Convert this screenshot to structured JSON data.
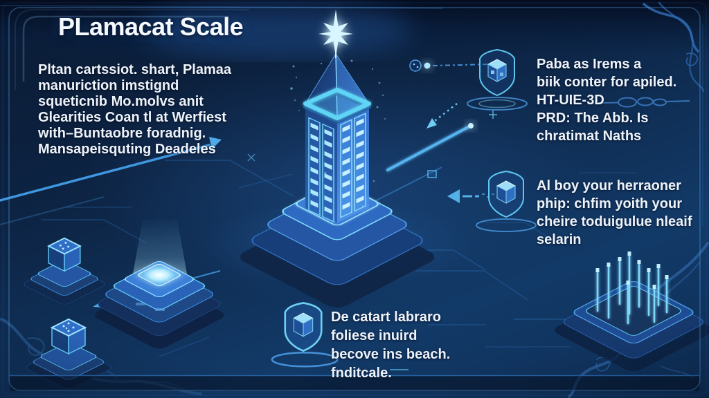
{
  "title": "PLamacat Scale",
  "text_blocks": {
    "left": {
      "lines": [
        "Pltan cartssiot. shart, Plamaa",
        "manuriction imstignd",
        "squeticnib Mo.molvs anit",
        "Glearities Coan tl at Werfiest",
        "with–Buntaobre foradnig.",
        "Mansapeisquting Deadeles"
      ]
    },
    "top_right": {
      "lines": [
        "Paba as Irems a",
        "biik conter for apiled.",
        "HT-UIE-3D",
        "PRD: The Abb. Is",
        "chratimat Naths"
      ]
    },
    "mid_right": {
      "lines": [
        "Al boy your herraoner",
        "phip: chfim yoith your",
        "cheire toduigulue nleaif",
        "selarin"
      ]
    },
    "bottom_center": {
      "lines": [
        "De catart labraro",
        "foliese inuird",
        "becove ins beach.",
        "fnditcale."
      ]
    }
  },
  "icons": {
    "spire": "sparkle-star-icon",
    "tower": "data-tower-icon",
    "badge_top_right": "shield-cube-icon",
    "badge_mid_right": "shield-cube-icon",
    "badge_bottom": "shield-cube-icon",
    "chip": "glowing-chip-icon",
    "cube_a": "iso-cube-chip-icon",
    "cube_b": "iso-cube-chip-icon",
    "pin_board": "pin-board-icon",
    "node": "node-circle-icon",
    "chain": "chain-ornament-icon",
    "corner_flourish": "baroque-swirl-ornament"
  },
  "colors": {
    "background_top": "#0a1a33",
    "background_bottom": "#123a68",
    "accent_cyan": "#63d8f6",
    "accent_blue": "#3f8fe0",
    "deep_blue": "#1b3f78",
    "glow_white": "#d8f6ff",
    "text": "#edf3fb",
    "frame": "#3c79c0"
  }
}
